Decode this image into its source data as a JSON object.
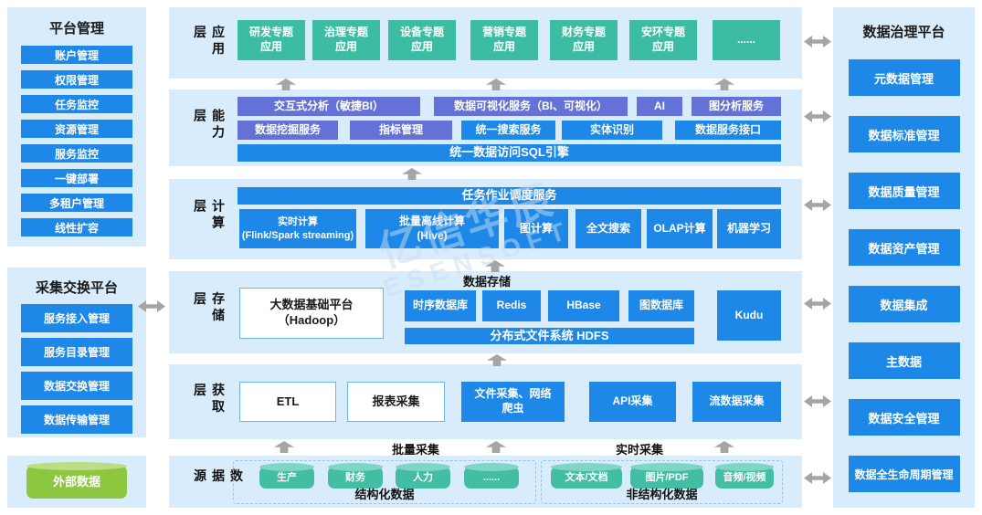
{
  "palette": {
    "panel_bg": "#d9ecfb",
    "blue": "#1e88e8",
    "purple": "#6472d8",
    "green": "#3cbda3",
    "cylinder_teal": "#43bda4",
    "cylinder_lime": "#8dc63f",
    "arrow_gray": "#a5a5a5"
  },
  "icons": {
    "up_arrow": "block-arrow-up",
    "double_arrow": "block-arrow-left-right"
  },
  "watermark": {
    "brand": "亿信华辰",
    "brand_en": "ESENSOFT"
  },
  "platform_panel": {
    "title": "平台管理",
    "items": [
      "账户管理",
      "权限管理",
      "任务监控",
      "资源管理",
      "服务监控",
      "一键部署",
      "多租户管理",
      "线性扩容"
    ]
  },
  "exchange_panel": {
    "title": "采集交换平台",
    "items": [
      "服务接入管理",
      "服务目录管理",
      "数据交换管理",
      "数据传输管理"
    ]
  },
  "external_data": {
    "label": "外部数据"
  },
  "governance_panel": {
    "title": "数据治理平台",
    "items": [
      "元数据管理",
      "数据标准管理",
      "数据质量管理",
      "数据资产管理",
      "数据集成",
      "主数据",
      "数据安全管理",
      "数据全生命周期管理"
    ]
  },
  "layers": {
    "application": {
      "label": "应用层",
      "apps": [
        "研发专题应用",
        "治理专题应用",
        "设备专题应用",
        "营销专题应用",
        "财务专题应用",
        "安环专题应用",
        "......"
      ]
    },
    "capability": {
      "label": "能力层",
      "row1": [
        "交互式分析（敏捷BI）",
        "数据可视化服务（BI、可视化）",
        "AI",
        "图分析服务"
      ],
      "row2": [
        "数据挖掘服务",
        "指标管理",
        "统一搜索服务",
        "实体识别",
        "数据服务接口"
      ],
      "sql_engine": "统一数据访问SQL引擎"
    },
    "computing": {
      "label": "计算层",
      "scheduler": "任务作业调度服务",
      "engines": [
        "实时计算\n(Flink/Spark streaming)",
        "批量离线计算\n(Hive)",
        "图计算",
        "全文搜索",
        "OLAP计算",
        "机器学习"
      ]
    },
    "storage": {
      "label": "存储层",
      "hadoop": "大数据基础平台（Hadoop）",
      "group_title": "数据存储",
      "stores": [
        "时序数据库",
        "Redis",
        "HBase",
        "图数据库"
      ],
      "hdfs": "分布式文件系统 HDFS",
      "kudu": "Kudu"
    },
    "acquisition": {
      "label": "获取层",
      "tools": [
        "ETL",
        "报表采集",
        "文件采集、网络爬虫",
        "API采集",
        "流数据采集"
      ],
      "batch_label": "批量采集",
      "realtime_label": "实时采集"
    },
    "datasource": {
      "label": "数据源",
      "structured": {
        "title": "结构化数据",
        "items": [
          "生产",
          "财务",
          "人力",
          "......"
        ]
      },
      "unstructured": {
        "title": "非结构化数据",
        "items": [
          "文本/文档",
          "图片/PDF",
          "音频/视频"
        ]
      }
    }
  }
}
